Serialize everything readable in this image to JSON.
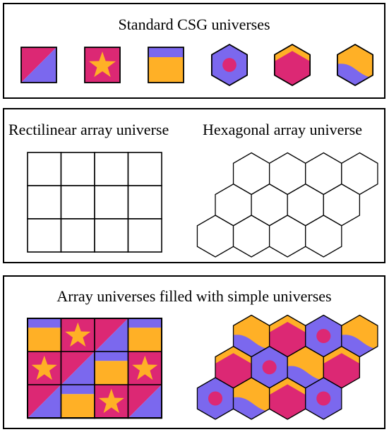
{
  "panels": {
    "standard": {
      "title": "Standard CSG universes"
    },
    "arrays": {
      "rect_title": "Rectilinear array universe",
      "hex_title": "Hexagonal array universe"
    },
    "filled": {
      "title": "Array universes filled with simple universes"
    }
  },
  "colors": {
    "purple": "#7b68ee",
    "magenta": "#dc2874",
    "orange": "#ffb026",
    "outline": "#000000"
  },
  "universe_types": [
    "diagonal-square",
    "star-square",
    "banded-square",
    "hex-dot",
    "hex-chevron",
    "hex-swoosh"
  ],
  "rect_array": {
    "rows": 3,
    "cols": 4
  },
  "hex_array": {
    "rows": [
      4,
      4,
      4
    ]
  },
  "filled_rect": [
    [
      "banded-square",
      "star-square",
      "diagonal-square",
      "banded-square"
    ],
    [
      "star-square",
      "diagonal-square",
      "banded-square",
      "star-square"
    ],
    [
      "diagonal-square",
      "banded-square",
      "star-square",
      "diagonal-square"
    ]
  ],
  "filled_hex": [
    [
      "hex-swoosh",
      "hex-chevron",
      "hex-dot",
      "hex-swoosh"
    ],
    [
      "hex-chevron",
      "hex-dot",
      "hex-swoosh",
      "hex-chevron"
    ],
    [
      "hex-dot",
      "hex-swoosh",
      "hex-chevron",
      "hex-dot"
    ]
  ]
}
